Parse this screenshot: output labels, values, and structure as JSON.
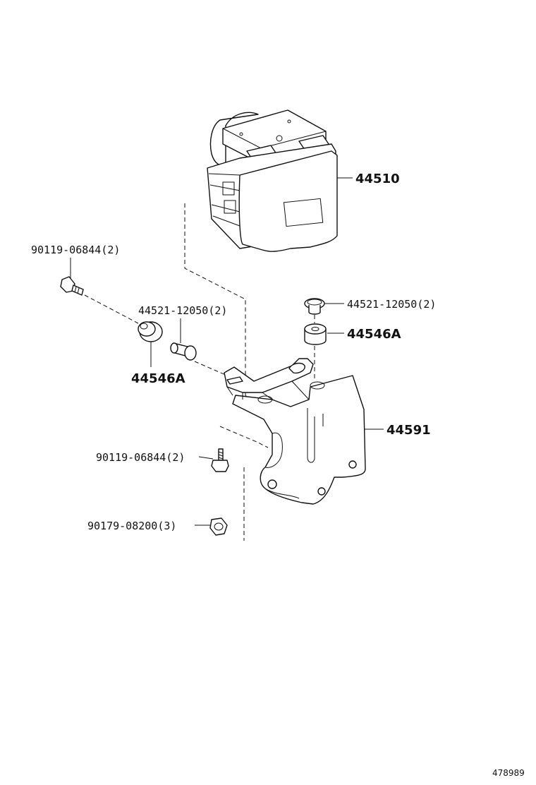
{
  "labels": {
    "actuator": "44510",
    "bolt_left_top": "90119-06844(2)",
    "collar_left": "44521-12050(2)",
    "cushion_left": "44546A",
    "collar_right": "44521-12050(2)",
    "cushion_right": "44546A",
    "bracket": "44591",
    "bolt_lower": "90119-06844(2)",
    "nut_lower": "90179-08200(3)"
  },
  "reference_number": "478989"
}
